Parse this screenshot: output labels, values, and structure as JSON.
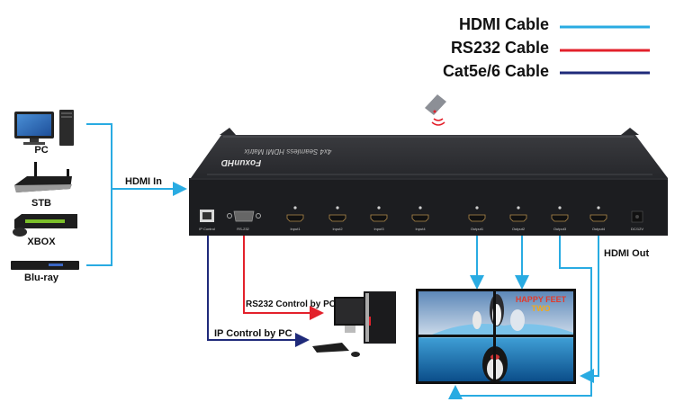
{
  "legend": {
    "items": [
      {
        "label": "HDMI Cable",
        "color": "#29abe2"
      },
      {
        "label": "RS232 Cable",
        "color": "#e3212b"
      },
      {
        "label": "Cat5e/6 Cable",
        "color": "#1f2a7a"
      }
    ]
  },
  "sources": [
    {
      "label": "PC",
      "icon": "desktop-pc-icon"
    },
    {
      "label": "STB",
      "icon": "set-top-box-icon"
    },
    {
      "label": "XBOX",
      "icon": "game-console-icon"
    },
    {
      "label": "Blu-ray",
      "icon": "bluray-player-icon"
    }
  ],
  "connections": {
    "hdmi_in": "HDMI In",
    "hdmi_out": "HDMI Out",
    "rs232": "RS232 Control by PC",
    "ip": "IP Control by PC"
  },
  "device": {
    "brand": "FoxunHD",
    "model": "4x4 Seamless HDMI Matrix",
    "ports": [
      "IP Control",
      "RS-232",
      "Input1",
      "Input2",
      "Input3",
      "Input4",
      "Output1",
      "Output2",
      "Output3",
      "Output4",
      "DC/12V"
    ]
  },
  "video_wall": {
    "title_line1": "HAPPY FEET",
    "title_line2": "TWO",
    "panels": 4
  },
  "colors": {
    "hdmi": "#29abe2",
    "rs232": "#e3212b",
    "cat": "#1f2a7a",
    "device": "#1c1d20"
  }
}
